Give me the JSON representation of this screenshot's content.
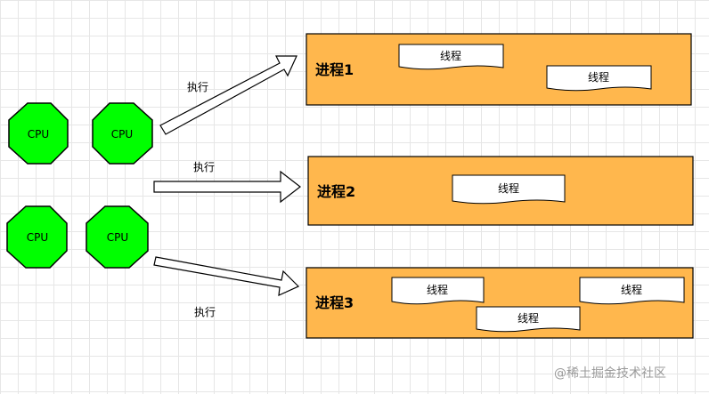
{
  "colors": {
    "cpu_fill": "#00ff00",
    "cpu_stroke": "#000000",
    "process_fill": "#ffb74d",
    "thread_fill": "#ffffff",
    "arrow_fill": "#ffffff",
    "watermark": "#9a9a9a"
  },
  "cpus": [
    "CPU",
    "CPU",
    "CPU",
    "CPU"
  ],
  "arrows": [
    "执行",
    "执行",
    "执行"
  ],
  "processes": [
    {
      "name": "进程1",
      "threads": [
        "线程",
        "线程"
      ]
    },
    {
      "name": "进程2",
      "threads": [
        "线程"
      ]
    },
    {
      "name": "进程3",
      "threads": [
        "线程",
        "线程",
        "线程"
      ]
    }
  ],
  "watermark": "@稀土掘金技术社区"
}
